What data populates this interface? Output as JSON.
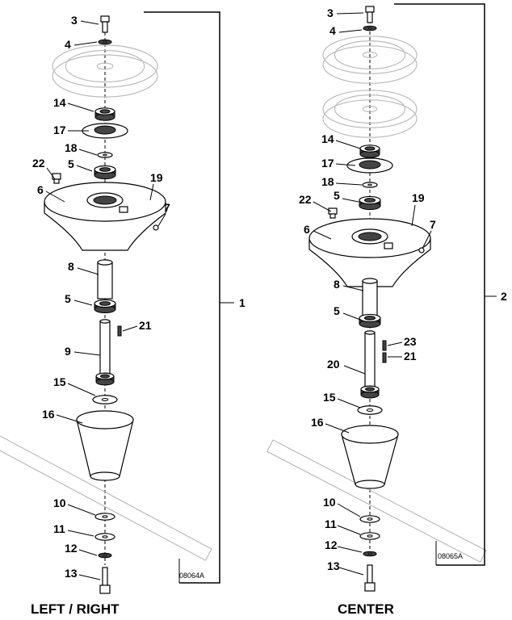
{
  "left": {
    "caption": "LEFT / RIGHT",
    "drawing_code": "08064A",
    "assembly_number": "1",
    "callouts": {
      "p3": "3",
      "p4": "4",
      "p14": "14",
      "p17": "17",
      "p18": "18",
      "p22": "22",
      "p5a": "5",
      "p6": "6",
      "p19": "19",
      "p7": "7",
      "p8": "8",
      "p5b": "5",
      "p21": "21",
      "p9": "9",
      "p15": "15",
      "p16": "16",
      "p10": "10",
      "p11": "11",
      "p12": "12",
      "p13": "13"
    }
  },
  "right": {
    "caption": "CENTER",
    "drawing_code": "08065A",
    "assembly_number": "2",
    "callouts": {
      "p3": "3",
      "p4": "4",
      "p14": "14",
      "p17": "17",
      "p18": "18",
      "p5a": "5",
      "p22": "22",
      "p19": "19",
      "p7": "7",
      "p6": "6",
      "p8": "8",
      "p5b": "5",
      "p23": "23",
      "p21": "21",
      "p20": "20",
      "p15": "15",
      "p16": "16",
      "p10": "10",
      "p11": "11",
      "p12": "12",
      "p13": "13"
    }
  }
}
